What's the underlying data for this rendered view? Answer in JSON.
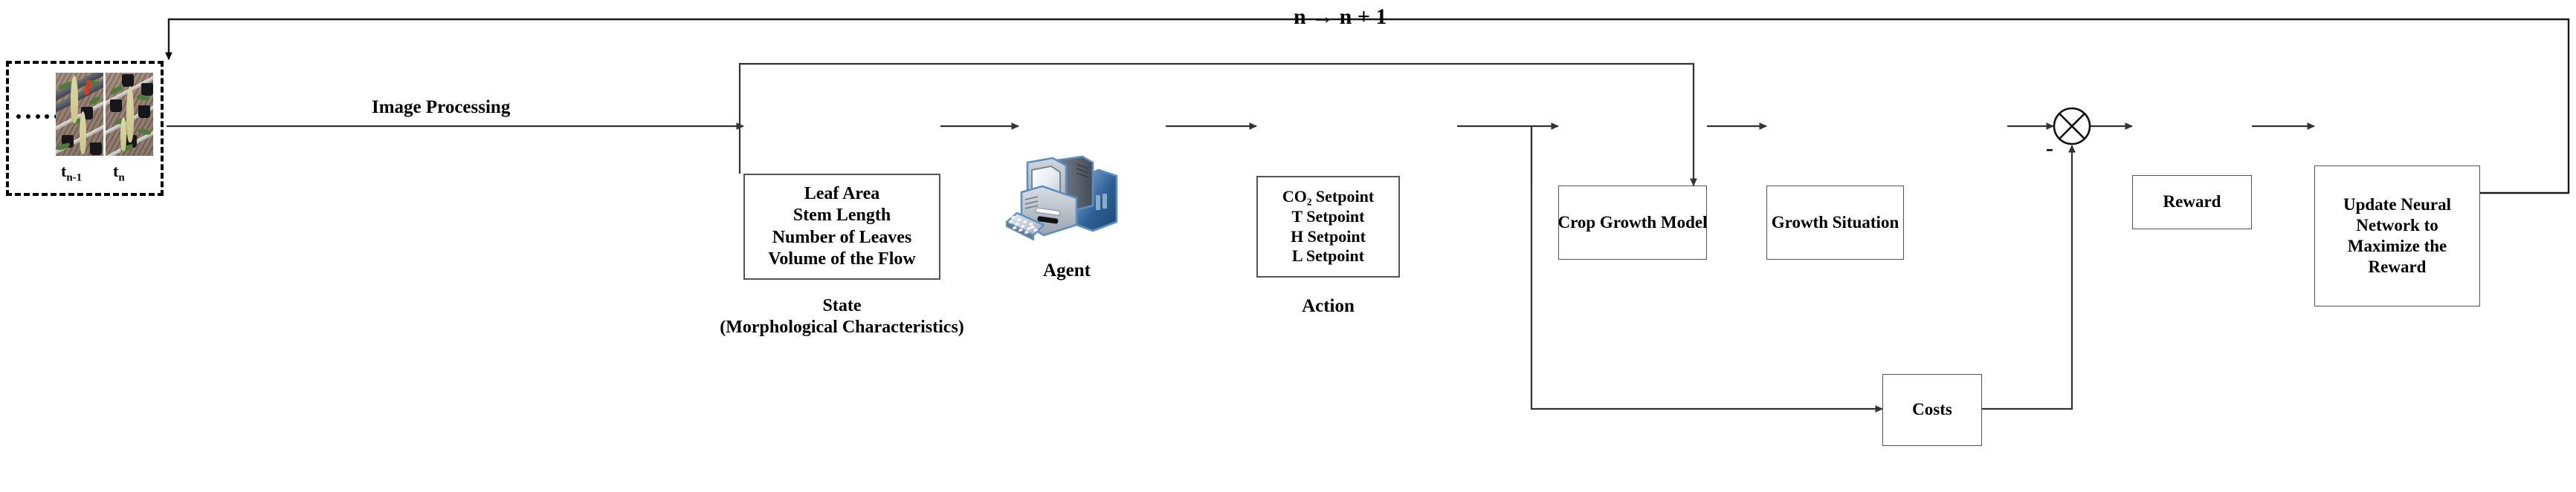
{
  "diagram": {
    "title_label": "n → n + 1",
    "capture": {
      "frames": [
        {
          "time_label_main": "t",
          "time_label_sub": "n-1"
        },
        {
          "time_label_main": "t",
          "time_label_sub": "n"
        }
      ],
      "ellipsis_dot_count": 6
    },
    "edges": {
      "image_processing": "Image Processing",
      "minus_sign": "-",
      "loop_counter": "n → n + 1"
    },
    "blocks": {
      "state": {
        "lines": [
          "Leaf Area",
          "Stem Length",
          "Number of Leaves",
          "Volume of the Flow"
        ],
        "caption_lines": [
          "State",
          "(Morphological Characteristics)"
        ]
      },
      "agent": {
        "caption": "Agent",
        "icon": "desktop-computer-icon"
      },
      "action": {
        "lines": [
          "CO₂ Setpoint",
          "T Setpoint",
          "H Setpoint",
          "L Setpoint"
        ],
        "caption": "Action"
      },
      "crop_growth_model": {
        "label": "Crop Growth Model"
      },
      "growth_situation": {
        "label": "Growth Situation"
      },
      "summing_junction": {
        "symbol": "⊗",
        "negative_input": "-"
      },
      "reward": {
        "label": "Reward"
      },
      "update_network": {
        "lines": [
          "Update Neural",
          "Network to",
          "Maximize the",
          "Reward"
        ]
      },
      "costs": {
        "label": "Costs"
      }
    },
    "colors": {
      "line": "#555555",
      "text": "#000000",
      "background": "#ffffff",
      "dashed_border": "#000000",
      "agent_icon_accent": "#4a7fb5"
    }
  }
}
